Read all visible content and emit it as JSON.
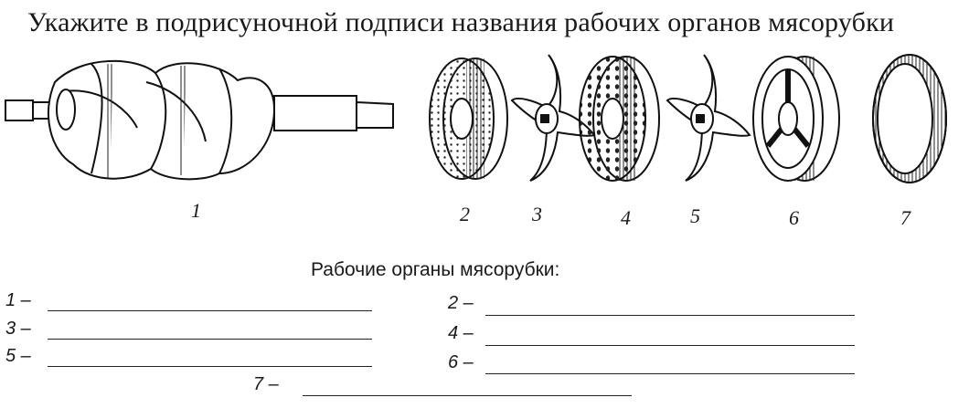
{
  "title": "Укажите в подрисуночной подписи названия рабочих органов мясорубки",
  "parts": [
    {
      "number": "1",
      "icon": "auger-shaft"
    },
    {
      "number": "2",
      "icon": "fine-grate-disc"
    },
    {
      "number": "3",
      "icon": "cross-knife"
    },
    {
      "number": "4",
      "icon": "coarse-grate-disc"
    },
    {
      "number": "5",
      "icon": "cross-knife"
    },
    {
      "number": "6",
      "icon": "spoked-grate"
    },
    {
      "number": "7",
      "icon": "retaining-ring"
    }
  ],
  "worksheet": {
    "heading": "Рабочие органы мясорубки:",
    "rows": [
      {
        "label": "1 –"
      },
      {
        "label": "2 –"
      },
      {
        "label": "3 –"
      },
      {
        "label": "4 –"
      },
      {
        "label": "5 –"
      },
      {
        "label": "6 –"
      },
      {
        "label": "7 –"
      }
    ]
  }
}
